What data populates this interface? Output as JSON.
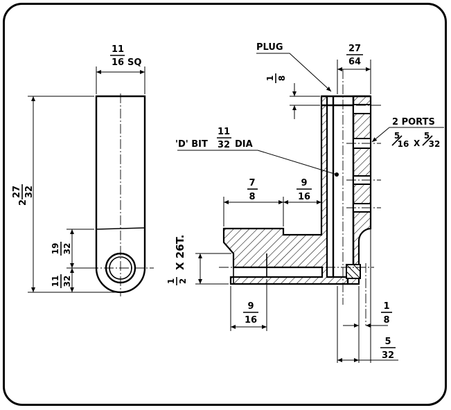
{
  "drawing": {
    "side_view": {
      "width_fraction": {
        "num": "11",
        "den": "16"
      },
      "width_suffix": "SQ",
      "height_fraction": {
        "whole": "2",
        "num": "27",
        "den": "32"
      },
      "hole_center_fraction": {
        "num": "19",
        "den": "32"
      },
      "bottom_fraction": {
        "num": "11",
        "den": "32"
      }
    },
    "section_view": {
      "plug_label": "PLUG",
      "top_width_fraction": {
        "num": "27",
        "den": "64"
      },
      "plug_depth_fraction": {
        "num": "1",
        "den": "8"
      },
      "bit_label": "'D' BIT",
      "bit_fraction": {
        "num": "11",
        "den": "32"
      },
      "bit_suffix": "DIA",
      "ports_label": "2 PORTS",
      "port_size_a": {
        "num": "5",
        "den": "16"
      },
      "port_size_sep": "X",
      "port_size_b": {
        "num": "5",
        "den": "32"
      },
      "boss_length_fraction": {
        "num": "7",
        "den": "8"
      },
      "step_fraction": {
        "num": "9",
        "den": "16"
      },
      "thread_fraction": {
        "num": "1",
        "den": "2"
      },
      "thread_spec": "X 26T.",
      "bottom_length_fraction": {
        "num": "9",
        "den": "16"
      },
      "right_small_fraction": {
        "num": "1",
        "den": "8"
      },
      "right_bottom_fraction": {
        "num": "5",
        "den": "32"
      }
    }
  }
}
